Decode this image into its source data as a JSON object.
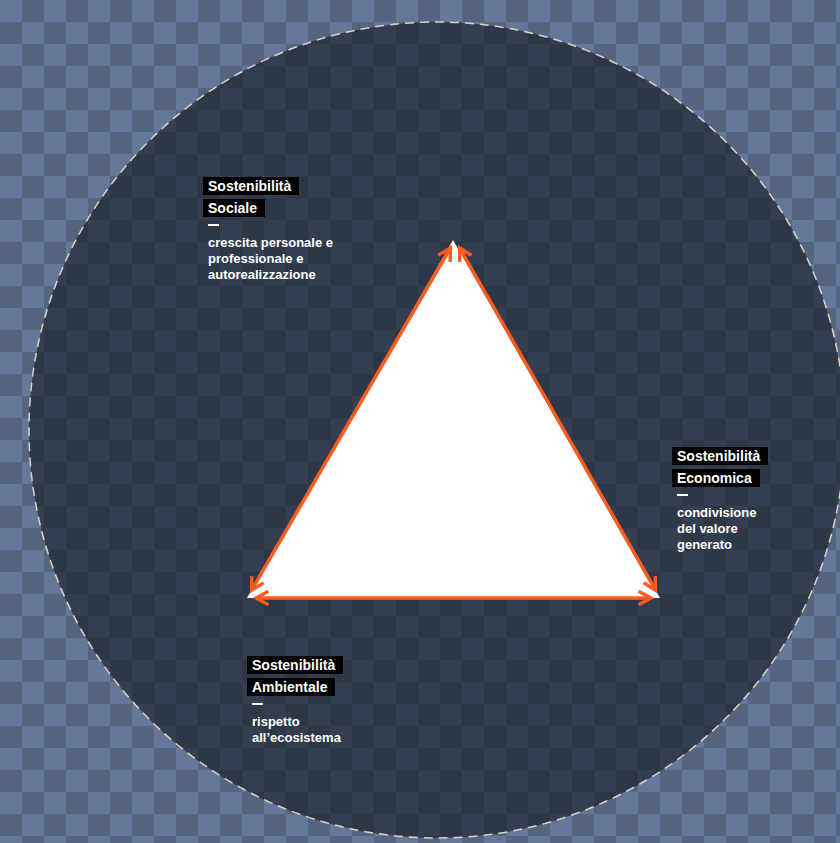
{
  "diagram": {
    "nodes": [
      {
        "text": [
          "Sostenibilità Sociale",
          "crescita personale e professionale e autorealizzazione"
        ]
      },
      {
        "text": [
          "Sostenibilità Economica",
          "condivisione del valore generato"
        ]
      },
      {
        "text": [
          "Sostenibilità Ambientale",
          "rispetto all’ecosistema"
        ]
      }
    ],
    "edges": [
      {
        "from": 0,
        "to": 1,
        "arrow": "both"
      },
      {
        "from": 1,
        "to": 2,
        "arrow": "both"
      },
      {
        "from": 2,
        "to": 0,
        "arrow": "both"
      }
    ]
  }
}
